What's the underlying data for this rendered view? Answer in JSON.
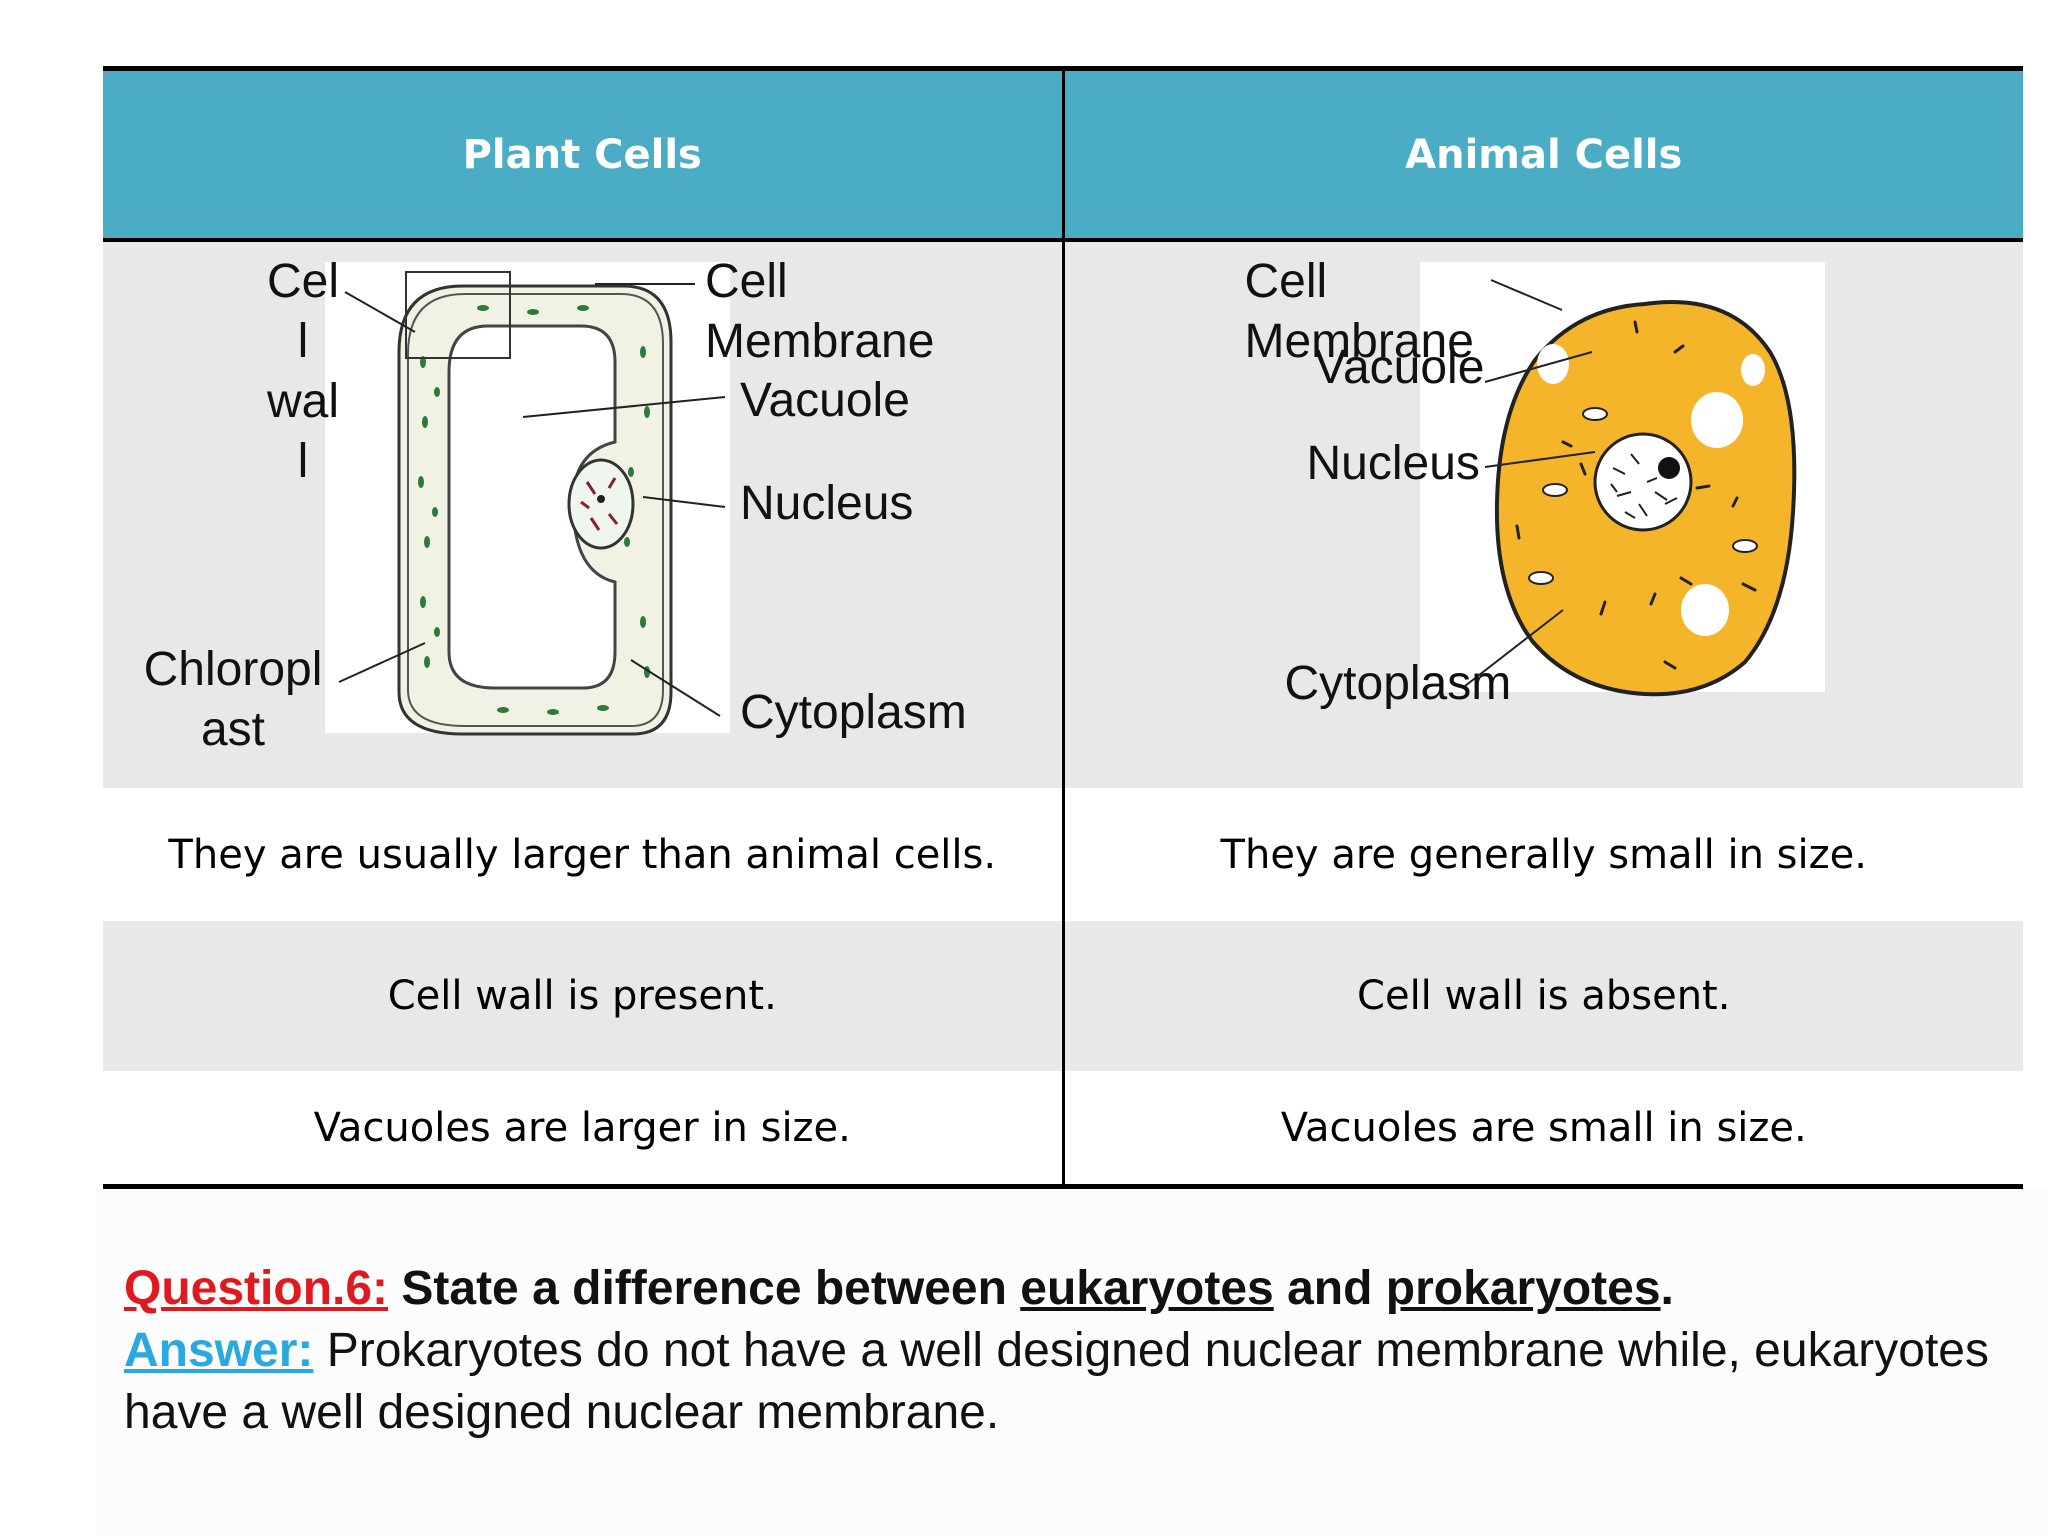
{
  "table": {
    "headers": [
      "Plant Cells",
      "Animal Cells"
    ],
    "rows": [
      [
        "They are usually larger than animal cells.",
        "They are generally small in size."
      ],
      [
        "Cell wall is present.",
        "Cell wall is absent."
      ],
      [
        "Vacuoles are larger in size.",
        "Vacuoles are small in size."
      ]
    ]
  },
  "plant_diagram": {
    "labels": {
      "cell_wall": [
        "Cel",
        "l",
        "wal",
        "l"
      ],
      "cell_membrane": [
        "Cell",
        "Membrane"
      ],
      "vacuole": "Vacuole",
      "nucleus": "Nucleus",
      "chloroplast": [
        "Chloropl",
        "ast"
      ],
      "cytoplasm": "Cytoplasm"
    }
  },
  "animal_diagram": {
    "labels": {
      "cell_membrane": [
        "Cell",
        "Membrane"
      ],
      "vacuole": "Vacuole",
      "nucleus": "Nucleus",
      "cytoplasm": "Cytoplasm"
    }
  },
  "qa": {
    "question_tag": "Question.6:",
    "question_part1": "State a difference between",
    "question_term1": "eukaryotes",
    "question_and": "and",
    "question_term2": "prokaryotes",
    "question_end": ".",
    "answer_tag": "Answer:",
    "answer_text": "Prokaryotes do not have a well designed nuclear membrane while, eukaryotes have a well designed nuclear membrane."
  },
  "colors": {
    "header_bg": "#4bacc6",
    "shaded_row": "#e8e8e8",
    "question_tag": "#e0191e",
    "answer_tag": "#2aa8e0",
    "animal_cytoplasm": "#f5b52a"
  }
}
